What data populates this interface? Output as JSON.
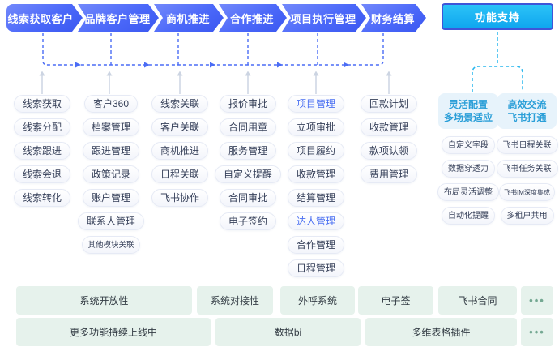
{
  "flow": {
    "steps": [
      "线索获取客户",
      "品牌客户管理",
      "商机推进",
      "合作推进",
      "项目执行管理",
      "财务结算"
    ],
    "support_label": "功能支持"
  },
  "columns": [
    {
      "items": [
        "线索获取",
        "线索分配",
        "线索跟进",
        "线索会退",
        "线索转化"
      ]
    },
    {
      "items": [
        "客户360",
        "档案管理",
        "跟进管理",
        "政策记录",
        "账户管理",
        "联系人管理",
        "其他模块关联"
      ]
    },
    {
      "items": [
        "线索关联",
        "客户关联",
        "商机推进",
        "日程关联",
        "飞书协作"
      ]
    },
    {
      "items": [
        "报价审批",
        "合同用章",
        "服务管理",
        "自定义提醒",
        "合同审批",
        "电子签约"
      ]
    },
    {
      "items": [
        "项目管理",
        "立项审批",
        "项目履约",
        "收款管理",
        "结算管理",
        "达人管理",
        "合作管理",
        "日程管理"
      ]
    },
    {
      "items": [
        "回款计划",
        "收款管理",
        "款项认领",
        "费用管理"
      ]
    }
  ],
  "support_groups": [
    {
      "title_line1": "灵活配置",
      "title_line2": "多场景适应",
      "items": [
        "自定义字段",
        "数据穿透力",
        "布局灵活调整",
        "自动化提醒"
      ]
    },
    {
      "title_line1": "高效交流",
      "title_line2": "飞书打通",
      "items": [
        "飞书日程关联",
        "飞书任务关联",
        "飞书IM深度集成",
        "多租户共用"
      ]
    }
  ],
  "bottom": {
    "row1": [
      "系统开放性",
      "系统对接性",
      "外呼系统",
      "电子签",
      "飞书合同",
      "•••"
    ],
    "row2": [
      "更多功能持续上线中",
      "数据bi",
      "多维表格插件",
      "•••"
    ]
  },
  "colors": {
    "flow_gradient_start": "#7389fb",
    "flow_gradient_end": "#3a57f0",
    "support_button_fill": "#14b4f2",
    "support_button_border": "#3f55d8",
    "connector_blue": "#4a6cf5",
    "connector_cyan": "#29b7ee",
    "connector_gray": "#ccd4e2",
    "accent_text": "#4a6ff2",
    "support_header_text": "#2b9fd8",
    "support_header_bg": "#e7f3fb",
    "bottom_box_bg": "#e6f2ec",
    "bottom_dots": "#74a892"
  }
}
